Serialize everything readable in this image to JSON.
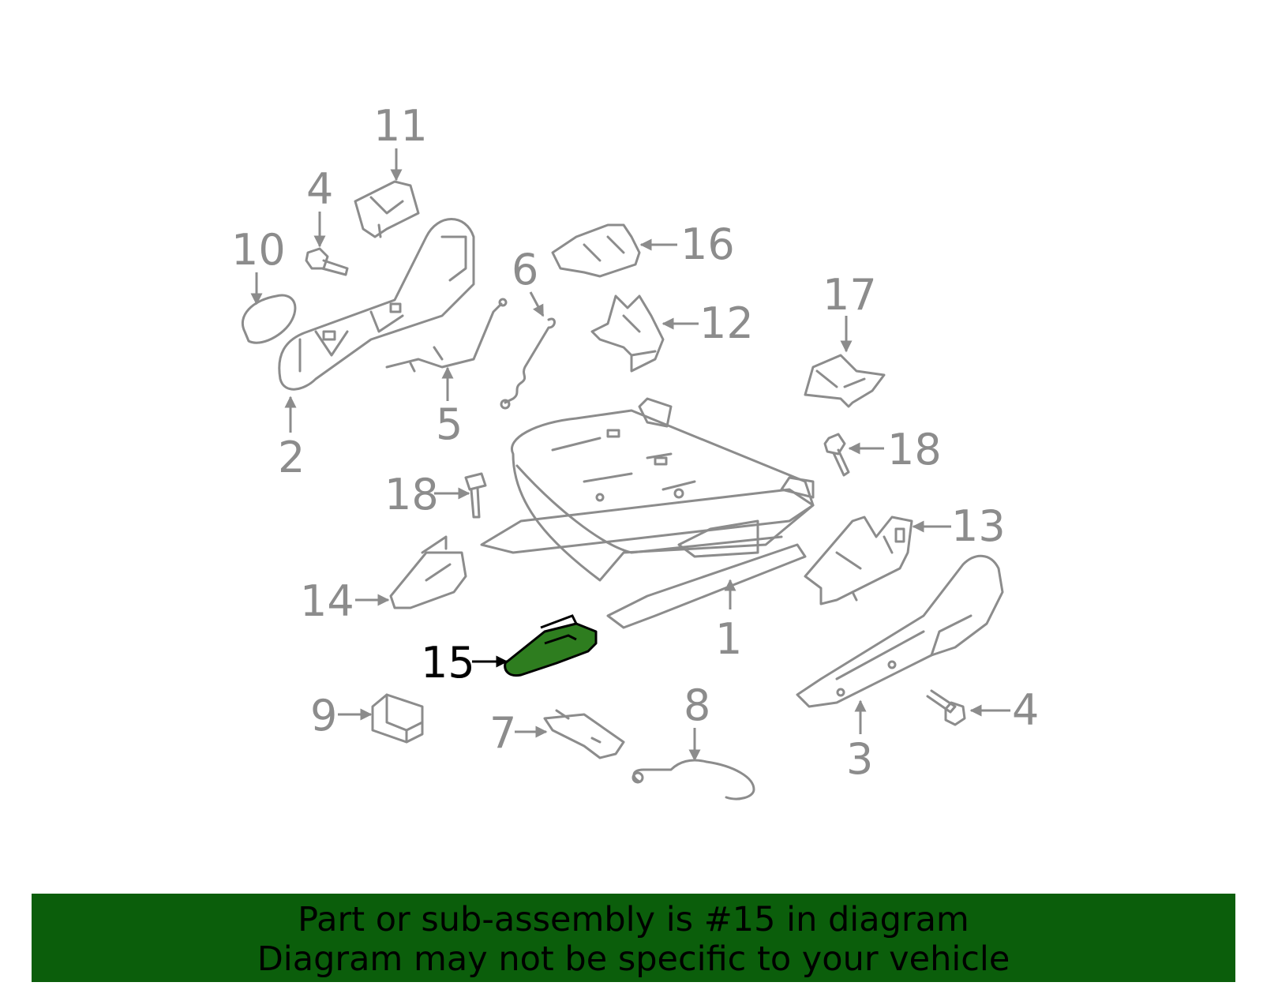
{
  "highlight_color": "#2e7d1f",
  "banner_color": "#0b5e0b",
  "line_color": "#8c8c8c",
  "callouts": {
    "c1": "1",
    "c2": "2",
    "c3": "3",
    "c4a": "4",
    "c4b": "4",
    "c5": "5",
    "c6": "6",
    "c7": "7",
    "c8": "8",
    "c9": "9",
    "c10": "10",
    "c11": "11",
    "c12": "12",
    "c13": "13",
    "c14": "14",
    "c15": "15",
    "c16": "16",
    "c17": "17",
    "c18a": "18",
    "c18b": "18"
  },
  "banner": {
    "line1": "Part or sub-assembly is #15 in diagram",
    "line2": "Diagram may not be specific to your vehicle"
  }
}
